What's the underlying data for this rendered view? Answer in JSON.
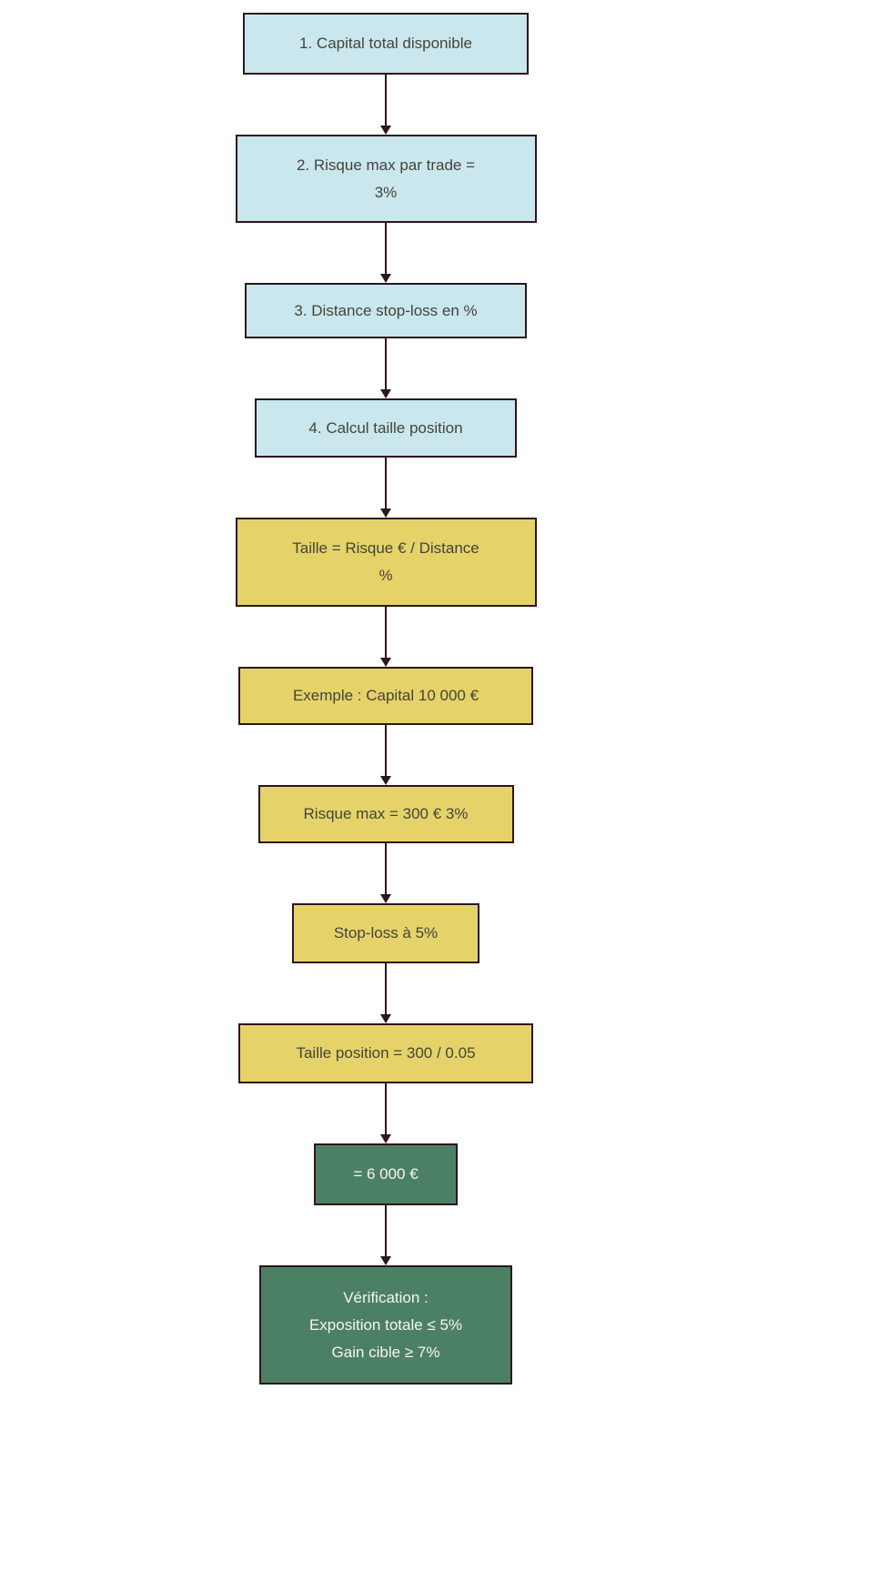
{
  "diagram": {
    "type": "flowchart",
    "nodes": [
      {
        "label": "1. Capital total disponible",
        "type": "blue"
      },
      {
        "label": "2. Risque max par trade =\n3%",
        "type": "blue"
      },
      {
        "label": "3. Distance stop-loss en %",
        "type": "blue"
      },
      {
        "label": "4. Calcul taille position",
        "type": "blue"
      },
      {
        "label": "Taille = Risque € / Distance\n%",
        "type": "yellow"
      },
      {
        "label": "Exemple : Capital 10 000 €",
        "type": "yellow"
      },
      {
        "label": "Risque max = 300 € 3%",
        "type": "yellow"
      },
      {
        "label": "Stop-loss à 5%",
        "type": "yellow"
      },
      {
        "label": "Taille position = 300 / 0.05",
        "type": "yellow"
      },
      {
        "label": "= 6 000 €",
        "type": "green"
      },
      {
        "label": "Vérification :\nExposition totale ≤ 5%\nGain cible ≥ 7%",
        "type": "green"
      }
    ],
    "colors": {
      "blue_fill": "#c9e7ed",
      "yellow_fill": "#e5d369",
      "green_fill": "#4c8065",
      "border": "#2e161c",
      "arrow": "#2e161c",
      "text_dark": "#45443c",
      "text_light": "#f6f5ee"
    }
  }
}
